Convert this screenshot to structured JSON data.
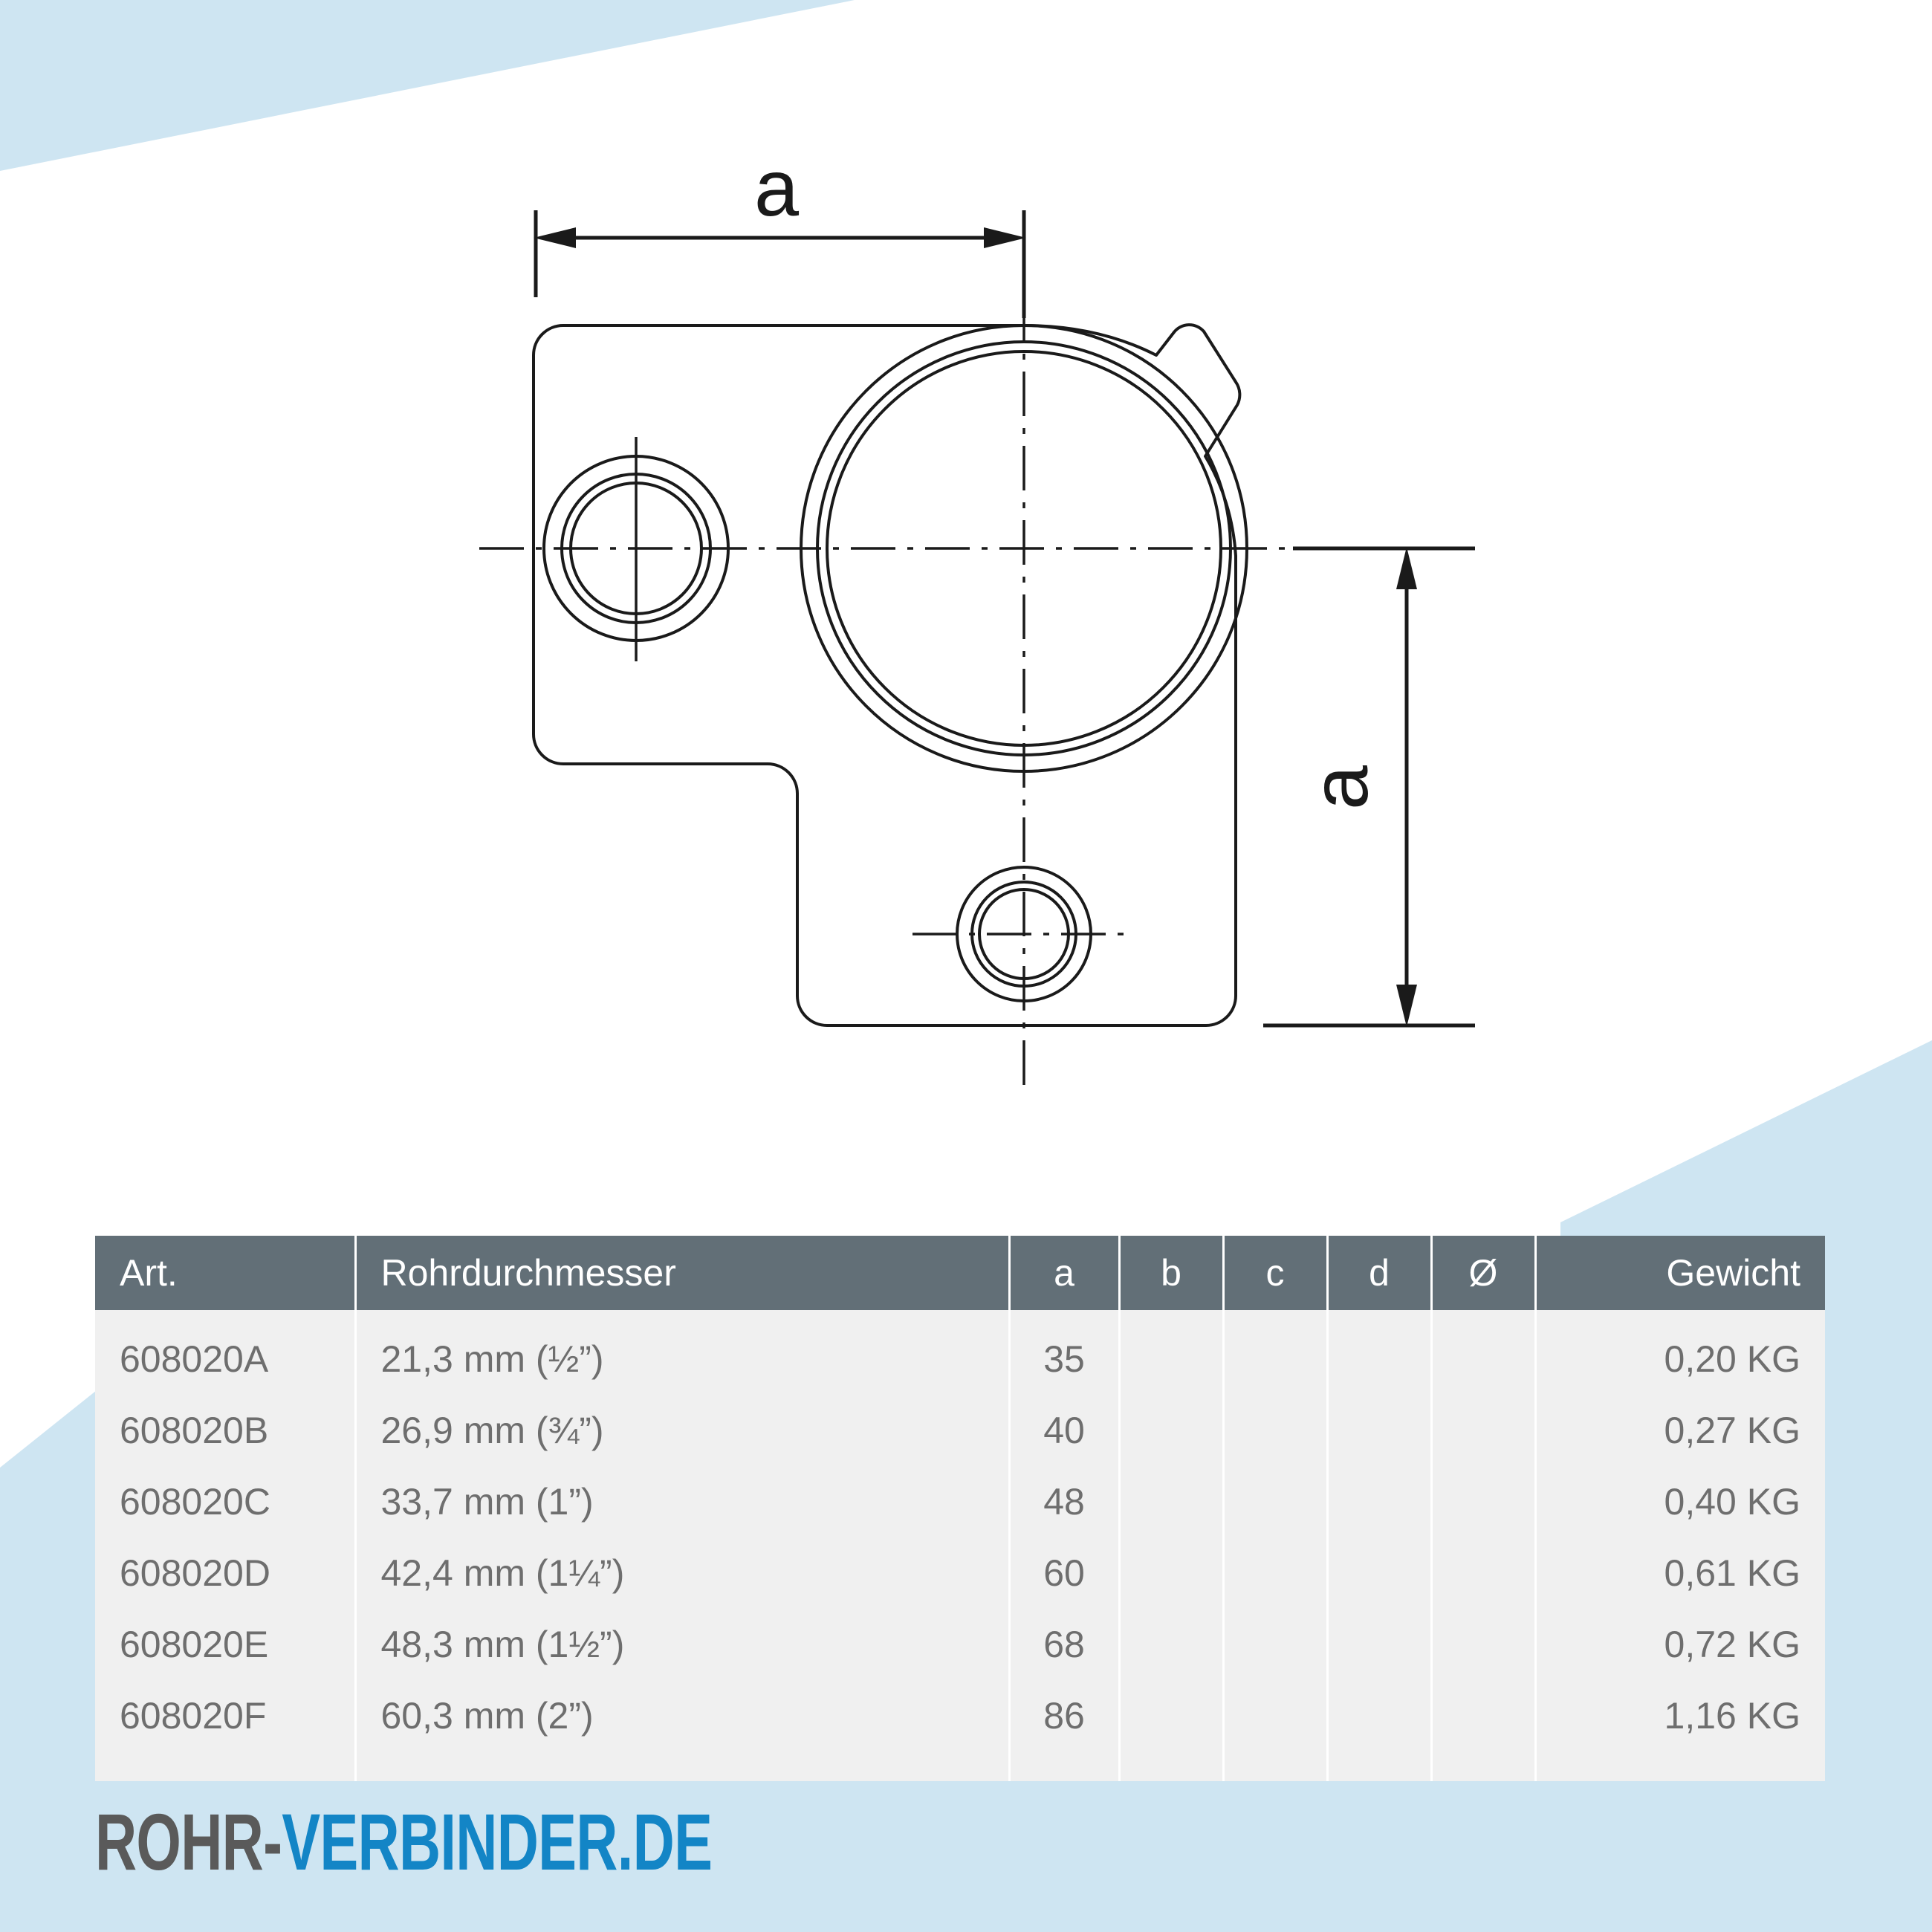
{
  "brand": {
    "logo_part1": "ROHR-",
    "logo_part2": "VERBINDER.DE",
    "accent_color": "#1385c6",
    "dark_color": "#5a5a5a",
    "wedge_color": "#cee5f2",
    "table_header_color": "#626f77",
    "table_row_color": "#f0f0f0",
    "table_text_color": "#6e6e6e"
  },
  "drawing": {
    "dimension_label_horizontal": "a",
    "dimension_label_vertical": "a",
    "line_color": "#1a1a1a"
  },
  "table": {
    "headers": {
      "art": "Art.",
      "rohrdurchmesser": "Rohrdurchmesser",
      "a": "a",
      "b": "b",
      "c": "c",
      "d": "d",
      "diameter": "Ø",
      "gewicht": "Gewicht"
    },
    "rows": [
      {
        "art": "608020A",
        "rohrdurchmesser": "21,3 mm (½”)",
        "a": "35",
        "b": "",
        "c": "",
        "d": "",
        "diameter": "",
        "gewicht": "0,20 KG"
      },
      {
        "art": "608020B",
        "rohrdurchmesser": "26,9 mm (¾”)",
        "a": "40",
        "b": "",
        "c": "",
        "d": "",
        "diameter": "",
        "gewicht": "0,27 KG"
      },
      {
        "art": "608020C",
        "rohrdurchmesser": "33,7 mm (1”)",
        "a": "48",
        "b": "",
        "c": "",
        "d": "",
        "diameter": "",
        "gewicht": "0,40 KG"
      },
      {
        "art": "608020D",
        "rohrdurchmesser": "42,4 mm (1¼”)",
        "a": "60",
        "b": "",
        "c": "",
        "d": "",
        "diameter": "",
        "gewicht": "0,61 KG"
      },
      {
        "art": "608020E",
        "rohrdurchmesser": "48,3 mm (1½”)",
        "a": "68",
        "b": "",
        "c": "",
        "d": "",
        "diameter": "",
        "gewicht": "0,72 KG"
      },
      {
        "art": "608020F",
        "rohrdurchmesser": "60,3 mm (2”)",
        "a": "86",
        "b": "",
        "c": "",
        "d": "",
        "diameter": "",
        "gewicht": "1,16 KG"
      }
    ]
  }
}
